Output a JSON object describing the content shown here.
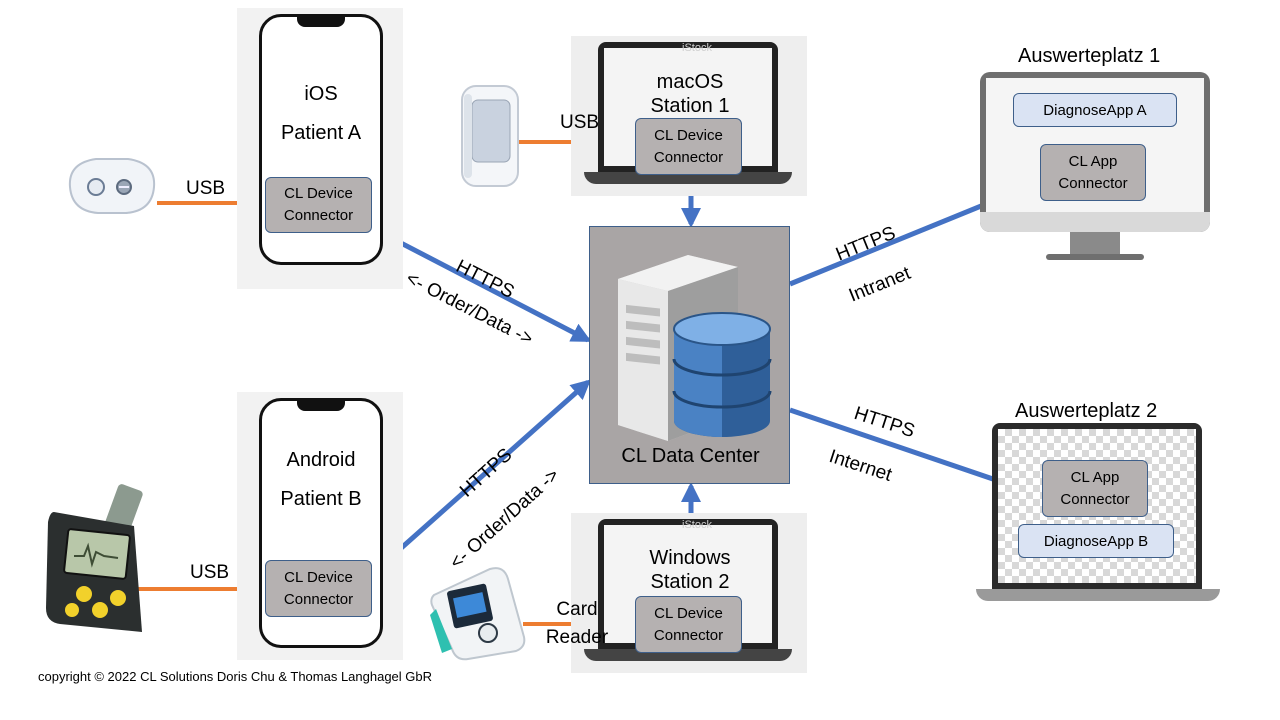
{
  "phones": {
    "ios": {
      "os_label": "iOS",
      "patient_label": "Patient A",
      "connector": [
        "CL Device",
        "Connector"
      ],
      "usb_label": "USB"
    },
    "android": {
      "os_label": "Android",
      "patient_label": "Patient B",
      "connector": [
        "CL Device",
        "Connector"
      ],
      "usb_label": "USB"
    }
  },
  "stations": {
    "macos": {
      "title": [
        "macOS",
        "Station 1"
      ],
      "connector": [
        "CL Device",
        "Connector"
      ],
      "usb_label": "USB"
    },
    "windows": {
      "title": [
        "Windows",
        "Station 2"
      ],
      "connector": [
        "CL Device",
        "Connector"
      ],
      "link_label": [
        "Card",
        "Reader"
      ]
    }
  },
  "data_center": {
    "label": "CL Data Center"
  },
  "workstations": {
    "one": {
      "title": "Auswerteplatz 1",
      "app": "DiagnoseApp A",
      "connector": [
        "CL App",
        "Connector"
      ]
    },
    "two": {
      "title": "Auswerteplatz 2",
      "app": "DiagnoseApp B",
      "connector": [
        "CL App",
        "Connector"
      ]
    }
  },
  "links": {
    "ios_dc": {
      "protocol": "HTTPS",
      "payload": "<- Order/Data ->"
    },
    "android_dc": {
      "protocol": "HTTPS",
      "payload": "<- Order/Data ->"
    },
    "dc_ws1": {
      "protocol": "HTTPS",
      "network": "Intranet"
    },
    "dc_ws2": {
      "protocol": "HTTPS",
      "network": "Internet"
    }
  },
  "watermark": "iStock",
  "footer": {
    "copyright": "copyright © 2022 CL Solutions Doris Chu & Thomas Langhagel GbR"
  },
  "colors": {
    "link_blue": "#4472c4",
    "usb_orange": "#ed7d31",
    "connector_gray": "#b5b1b1",
    "app_blue": "#dae3f3",
    "box_border": "#3e5f8a"
  }
}
